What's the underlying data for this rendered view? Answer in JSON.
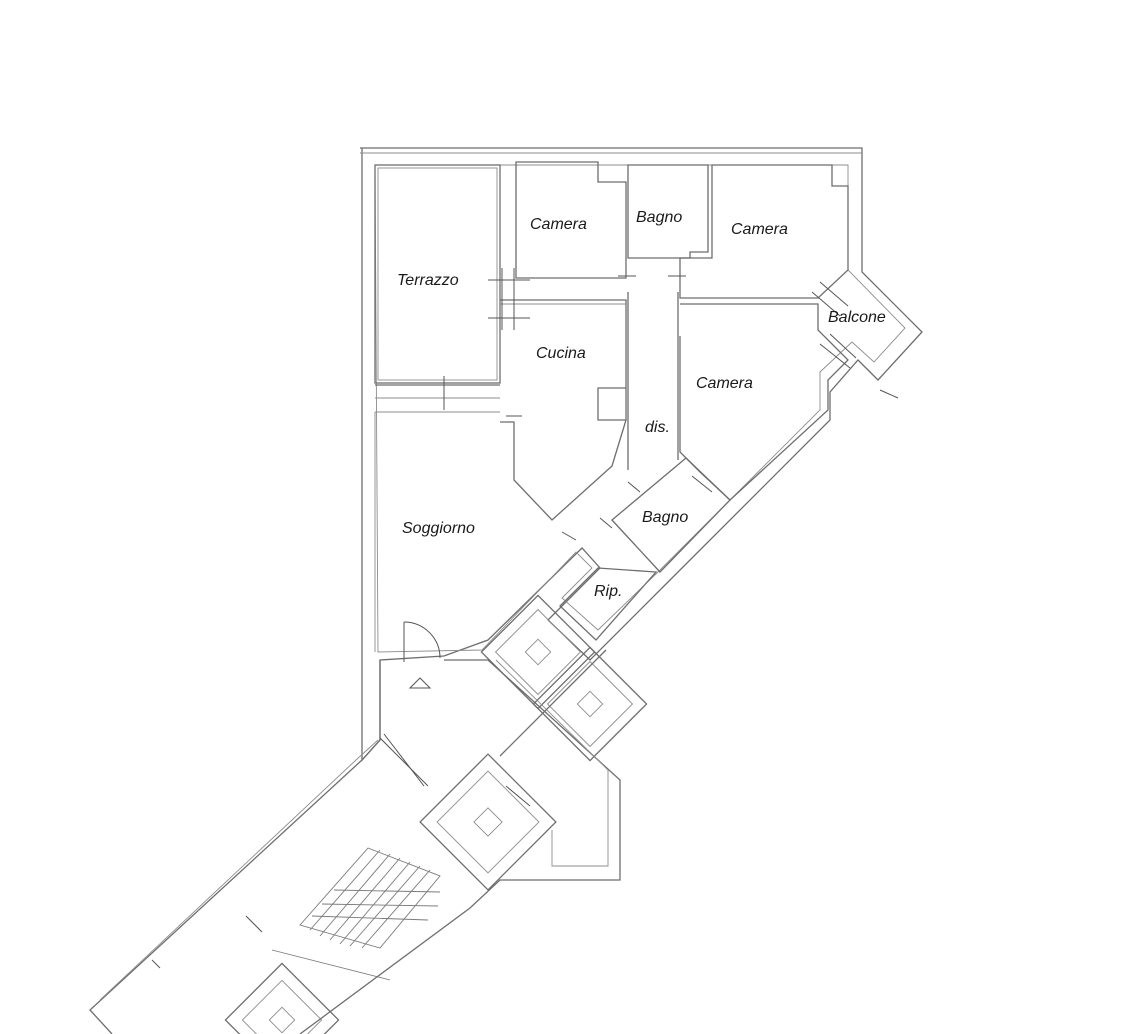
{
  "rooms": {
    "terrazzo": "Terrazzo",
    "camera_top_left": "Camera",
    "bagno_top": "Bagno",
    "camera_top_right": "Camera",
    "balcone": "Balcone",
    "cucina": "Cucina",
    "camera_mid": "Camera",
    "disimpegno": "dis.",
    "soggiorno": "Soggiorno",
    "bagno_mid": "Bagno",
    "ripostiglio": "Rip."
  },
  "colors": {
    "wall": "#6e6e6e",
    "label": "#1a1a1a",
    "background": "#ffffff"
  }
}
